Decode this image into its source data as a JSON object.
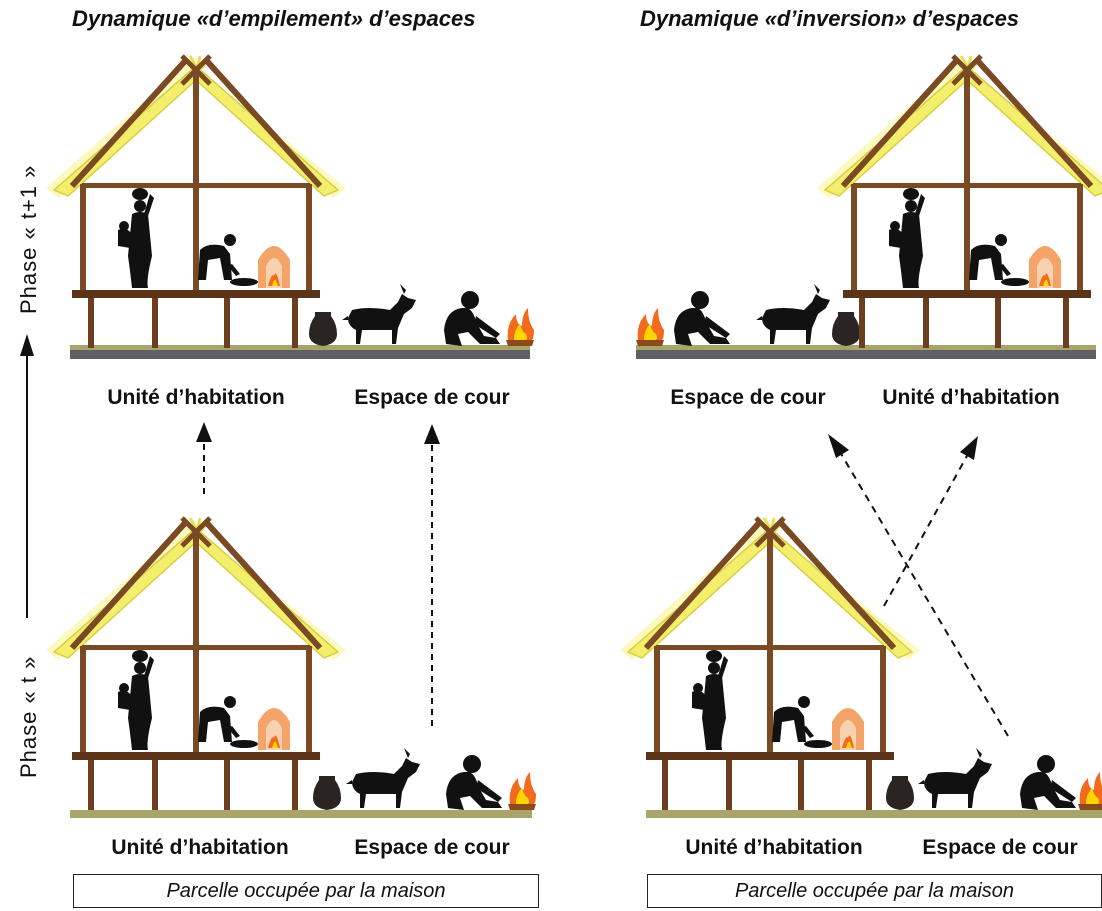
{
  "titles": {
    "left": "Dynamique «d’empilement» d’espaces",
    "right": "Dynamique «d’inversion» d’espaces"
  },
  "phases": {
    "later": "Phase « t+1 »",
    "initial": "Phase « t »"
  },
  "labels": {
    "dwelling": "Unité d’habitation",
    "courtyard": "Espace de cour"
  },
  "parcel": "Parcelle occupée par la maison",
  "colors": {
    "roof_thatch": "#f3ee6c",
    "roof_glow": "#fbf8b8",
    "wood": "#7a4a24",
    "wood_dark": "#5b3418",
    "ground_olive": "#a9a56a",
    "ground_grey": "#5f6063",
    "oven": "#f4a468",
    "oven_inner": "#f7d1b0",
    "fire": "#f26a1b",
    "flame_yellow": "#ffd400",
    "silhouette": "#111111"
  },
  "icons": [
    "house-icon",
    "woman-with-child-icon",
    "cooking-person-icon",
    "oven-icon",
    "jar-icon",
    "goat-icon",
    "kneeling-person-icon",
    "fire-icon",
    "arrow-up-icon"
  ]
}
